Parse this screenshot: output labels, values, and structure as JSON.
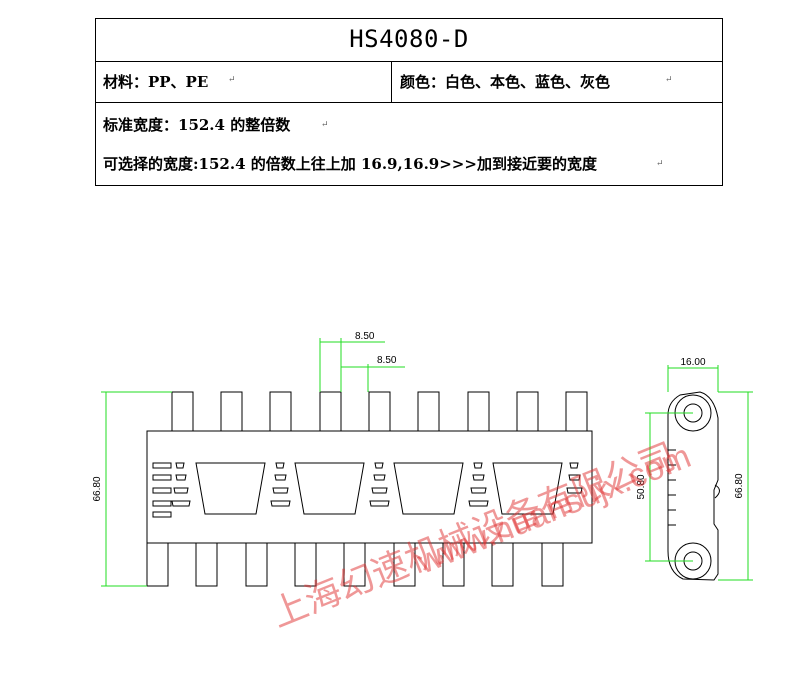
{
  "spec": {
    "model": "HS4080-D",
    "material_label": "材料：PP、PE",
    "color_label": "颜色：白色、本色、蓝色、灰色",
    "standard_width": "标准宽度：152.4 的整倍数",
    "optional_width": "可选择的宽度:152.4 的倍数上往上加 16.9,16.9>>>加到接近要的宽度",
    "return_mark": "↵"
  },
  "front_view": {
    "dim_pitch_1": "8.50",
    "dim_pitch_2": "8.50",
    "dim_height": "66.80"
  },
  "side_view": {
    "dim_width": "16.00",
    "dim_hole_spacing": "50.80",
    "dim_height": "66.80"
  },
  "watermark": {
    "company": "上海幻速机械设备有限公司",
    "url": "www.huansujx.com",
    "color": "#e03030"
  }
}
